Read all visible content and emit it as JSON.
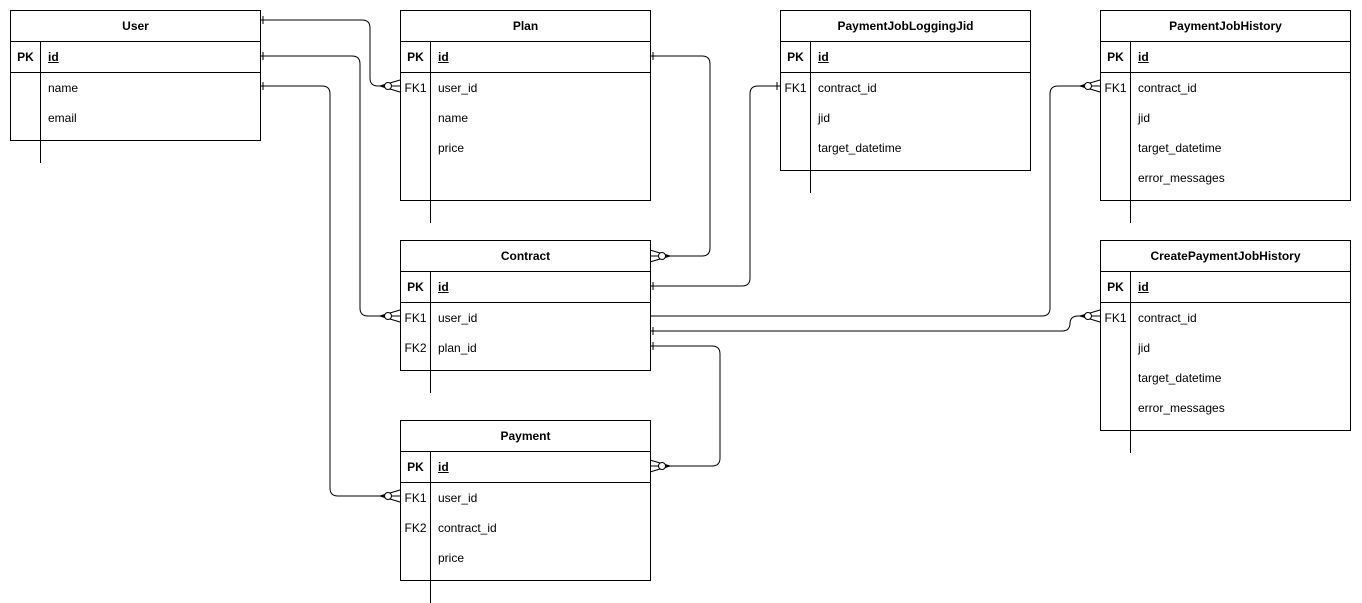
{
  "tables": {
    "user": {
      "name": "User",
      "pk": {
        "key": "PK",
        "field": "id"
      },
      "rows": [
        {
          "key": "",
          "field": "name"
        },
        {
          "key": "",
          "field": "email"
        }
      ]
    },
    "plan": {
      "name": "Plan",
      "pk": {
        "key": "PK",
        "field": "id"
      },
      "rows": [
        {
          "key": "FK1",
          "field": "user_id"
        },
        {
          "key": "",
          "field": "name"
        },
        {
          "key": "",
          "field": "price"
        }
      ]
    },
    "payment_job_logging_jid": {
      "name": "PaymentJobLoggingJid",
      "pk": {
        "key": "PK",
        "field": "id"
      },
      "rows": [
        {
          "key": "FK1",
          "field": "contract_id"
        },
        {
          "key": "",
          "field": "jid"
        },
        {
          "key": "",
          "field": "target_datetime"
        }
      ]
    },
    "payment_job_history": {
      "name": "PaymentJobHistory",
      "pk": {
        "key": "PK",
        "field": "id"
      },
      "rows": [
        {
          "key": "FK1",
          "field": "contract_id"
        },
        {
          "key": "",
          "field": "jid"
        },
        {
          "key": "",
          "field": "target_datetime"
        },
        {
          "key": "",
          "field": "error_messages"
        }
      ]
    },
    "contract": {
      "name": "Contract",
      "pk": {
        "key": "PK",
        "field": "id"
      },
      "rows": [
        {
          "key": "FK1",
          "field": "user_id"
        },
        {
          "key": "FK2",
          "field": "plan_id"
        }
      ]
    },
    "create_payment_job_history": {
      "name": "CreatePaymentJobHistory",
      "pk": {
        "key": "PK",
        "field": "id"
      },
      "rows": [
        {
          "key": "FK1",
          "field": "contract_id"
        },
        {
          "key": "",
          "field": "jid"
        },
        {
          "key": "",
          "field": "target_datetime"
        },
        {
          "key": "",
          "field": "error_messages"
        }
      ]
    },
    "payment": {
      "name": "Payment",
      "pk": {
        "key": "PK",
        "field": "id"
      },
      "rows": [
        {
          "key": "FK1",
          "field": "user_id"
        },
        {
          "key": "FK2",
          "field": "contract_id"
        },
        {
          "key": "",
          "field": "price"
        }
      ]
    }
  },
  "relationships": [
    {
      "from": "User.id",
      "to": "Plan.user_id",
      "cardinality": "one-to-many"
    },
    {
      "from": "User.id",
      "to": "Contract.user_id",
      "cardinality": "one-to-many"
    },
    {
      "from": "User.id",
      "to": "Payment.user_id",
      "cardinality": "one-to-many"
    },
    {
      "from": "Plan.id",
      "to": "Contract.plan_id",
      "cardinality": "one-to-many"
    },
    {
      "from": "Contract.id",
      "to": "PaymentJobLoggingJid.contract_id",
      "cardinality": "one-to-one"
    },
    {
      "from": "Contract.id",
      "to": "PaymentJobHistory.contract_id",
      "cardinality": "one-to-many"
    },
    {
      "from": "Contract.id",
      "to": "CreatePaymentJobHistory.contract_id",
      "cardinality": "one-to-many"
    },
    {
      "from": "Contract.id",
      "to": "Payment.contract_id",
      "cardinality": "one-to-many"
    }
  ]
}
